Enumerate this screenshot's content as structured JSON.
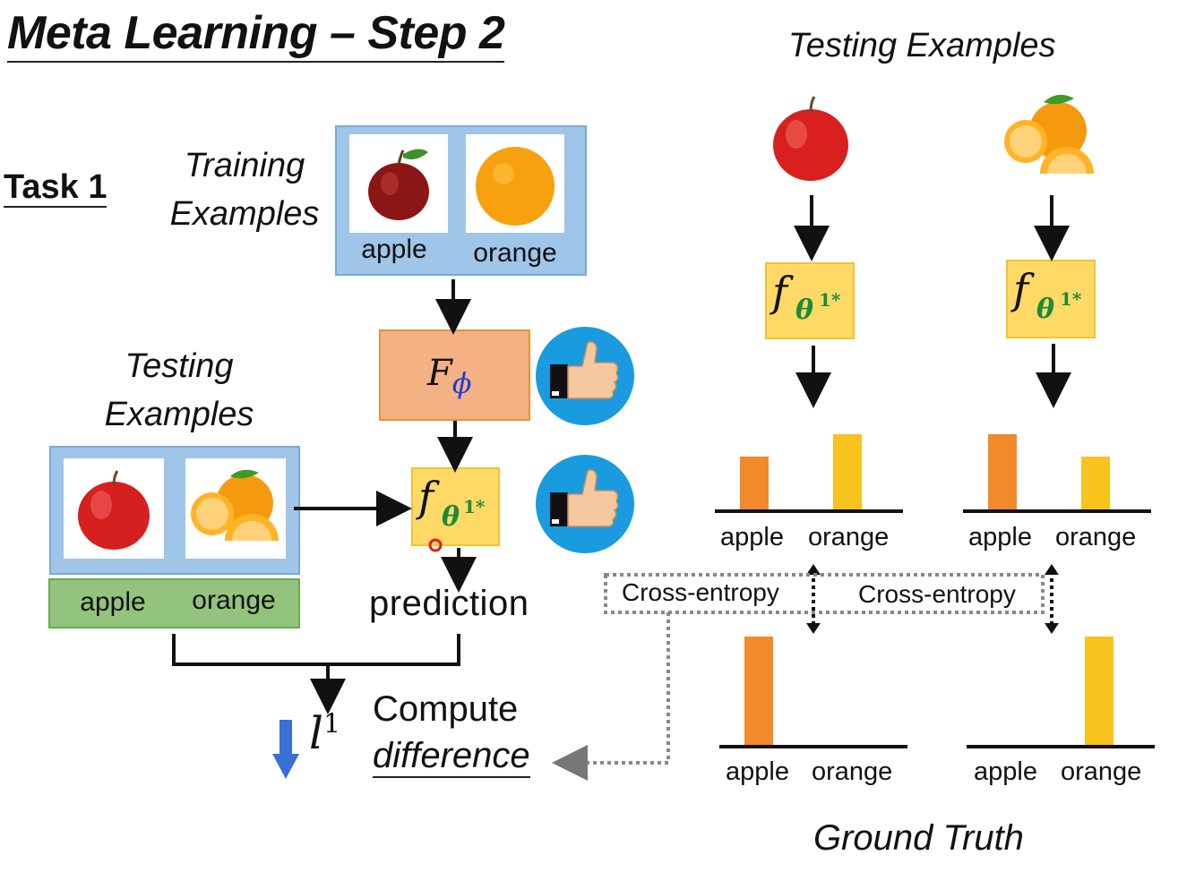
{
  "title": "Meta Learning – Step 2",
  "task_label": "Task 1",
  "training": {
    "heading_line1": "Training",
    "heading_line2": "Examples",
    "labels": [
      "apple",
      "orange"
    ]
  },
  "testing_left": {
    "heading_line1": "Testing",
    "heading_line2": "Examples",
    "labels": [
      "apple",
      "orange"
    ]
  },
  "learner": {
    "F": "F",
    "phi": "ϕ"
  },
  "model": {
    "f": "f",
    "theta": "θ",
    "sup": "1*"
  },
  "prediction_label": "prediction",
  "loss": {
    "l": "l",
    "sup": "1"
  },
  "compute": {
    "line1": "Compute",
    "line2": "difference"
  },
  "testing_right_heading": "Testing Examples",
  "cross_entropy": [
    "Cross-entropy",
    "Cross-entropy"
  ],
  "ground_truth_label": "Ground Truth",
  "chart_data": [
    {
      "type": "bar",
      "categories": [
        "apple",
        "orange"
      ],
      "values": [
        0.6,
        0.85
      ]
    },
    {
      "type": "bar",
      "categories": [
        "apple",
        "orange"
      ],
      "values": [
        0.85,
        0.6
      ]
    },
    {
      "type": "bar",
      "categories": [
        "apple",
        "orange"
      ],
      "values": [
        1,
        0
      ]
    },
    {
      "type": "bar",
      "categories": [
        "apple",
        "orange"
      ],
      "values": [
        0,
        1
      ]
    }
  ],
  "colors": {
    "apple_bar": "#f08a2a",
    "orange_bar": "#f7c31c",
    "box_blue": "#9fc5e8",
    "box_green": "#93c47d",
    "box_yellow": "#ffd966",
    "box_salmon": "#f4b183",
    "thumb_circle": "#1a9be0"
  },
  "icons": {
    "thumbs_up": "thumbs-up-icon",
    "apple": "apple-image",
    "orange": "orange-image"
  }
}
